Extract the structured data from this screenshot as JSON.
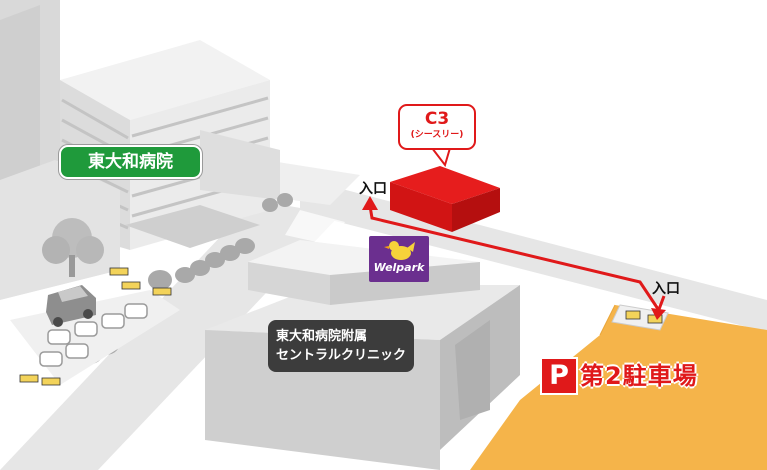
{
  "map": {
    "labels": {
      "hospital": "東大和病院",
      "clinic_line1": "東大和病院附属",
      "clinic_line2": "セントラルクリニック",
      "c3_title": "C3",
      "c3_subtitle": "(シースリー)",
      "entrance_c3": "入口",
      "entrance_parking": "入口",
      "welpark": "Welpark",
      "parking_symbol": "P",
      "parking_name": "第2駐車場"
    },
    "icons": [
      "welpark-bird-logo",
      "parking-sign-icon",
      "car-icon",
      "tree-icon",
      "route-arrow-icon"
    ],
    "colors": {
      "route_red": "#e0191a",
      "hospital_green": "#1f9a3b",
      "parking_lot": "#f5b44a",
      "welpark_purple": "#6b2f8f",
      "clinic_label": "#3c3c3c"
    }
  }
}
